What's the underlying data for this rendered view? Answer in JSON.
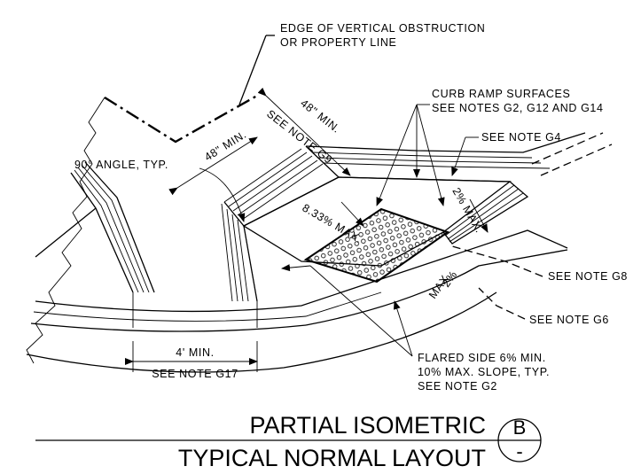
{
  "notes": {
    "edge_line1": "EDGE OF VERTICAL OBSTRUCTION",
    "edge_line2": "OR PROPERTY LINE",
    "curb_line1": "CURB RAMP SURFACES",
    "curb_line2": "SEE NOTES G2, G12 AND G14",
    "see_g4": "SEE NOTE G4",
    "angle": "90° ANGLE, TYP.",
    "see_g8": "SEE NOTE G8",
    "see_g6": "SEE NOTE G6",
    "flared_line1": "FLARED SIDE 6% MIN.",
    "flared_line2": "10% MAX. SLOPE, TYP.",
    "flared_line3": "SEE NOTE G2"
  },
  "dimensions": {
    "min48_a": "48\" MIN.",
    "see_g9": "SEE NOTE G9",
    "min48_b": "48\" MIN.",
    "slope_ramp": "8.33% MAX.",
    "slope_gutter": "2%",
    "slope_gutter_max": "MAX.",
    "min4": "4' MIN.",
    "see_g17": "SEE NOTE G17",
    "slope_2pct_side": "2% MAX."
  },
  "title": {
    "line1": "PARTIAL ISOMETRIC",
    "line2": "TYPICAL NORMAL LAYOUT"
  },
  "detail_bubble": {
    "letter": "B",
    "sheet": "-"
  }
}
